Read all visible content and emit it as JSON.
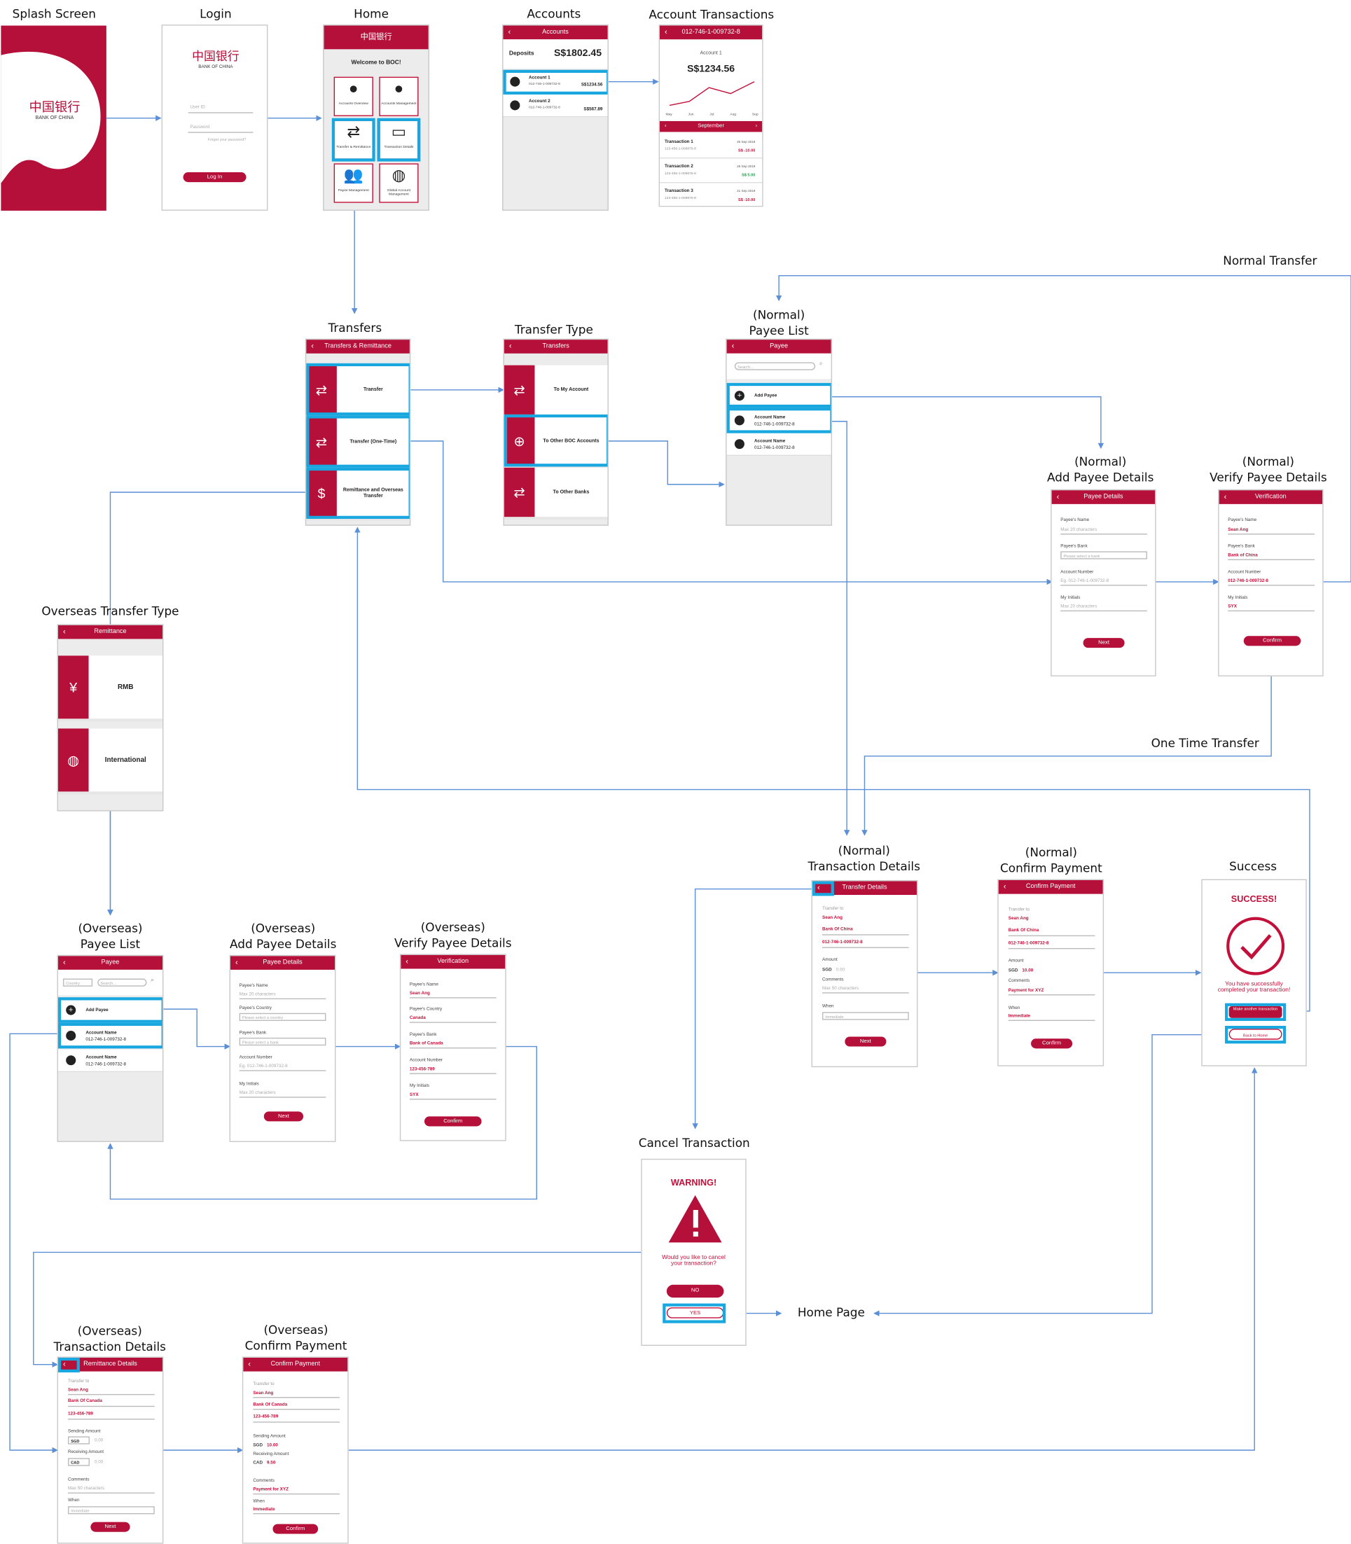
{
  "titles": {
    "splash": "Splash Screen",
    "login": "Login",
    "home": "Home",
    "accounts": "Accounts",
    "acct_tx": "Account Transactions",
    "transfers": "Transfers",
    "transfer_type": "Transfer Type",
    "normal_payee_list_1": "(Normal)",
    "normal_payee_list_2": "Payee List",
    "normal_add_1": "(Normal)",
    "normal_add_2": "Add Payee Details",
    "normal_verify_1": "(Normal)",
    "normal_verify_2": "Verify Payee Details",
    "overseas_type": "Overseas Transfer Type",
    "ov_payee_1": "(Overseas)",
    "ov_payee_2": "Payee List",
    "ov_add_1": "(Overseas)",
    "ov_add_2": "Add Payee Details",
    "ov_verify_1": "(Overseas)",
    "ov_verify_2": "Verify Payee Details",
    "n_tx_1": "(Normal)",
    "n_tx_2": "Transaction Details",
    "n_confirm_1": "(Normal)",
    "n_confirm_2": "Confirm Payment",
    "success": "Success",
    "cancel": "Cancel Transaction",
    "ov_tx_1": "(Overseas)",
    "ov_tx_2": "Transaction Details",
    "ov_confirm_1": "(Overseas)",
    "ov_confirm_2": "Confirm Payment"
  },
  "annotations": {
    "normal_transfer": "Normal Transfer",
    "one_time": "One Time Transfer",
    "home_page": "Home Page"
  },
  "brand": {
    "cn": "中国银行",
    "en": "BANK OF CHINA",
    "accent": "#b5103a",
    "highlight": "#19a7e0"
  },
  "login": {
    "user_id": "User ID",
    "password": "Password",
    "forgot": "Forget your password?",
    "login_btn": "Log In"
  },
  "home": {
    "header": "中国银行",
    "welcome": "Welcome to BOC!",
    "tiles": [
      "Accounts Overview",
      "Accounts Management",
      "Transfer & Remittance",
      "Transaction Details",
      "Payee Management",
      "Global Account Management"
    ]
  },
  "accounts": {
    "header": "Accounts",
    "deposits": "Deposits",
    "total": "S$1802.45",
    "a1_name": "Account 1",
    "a1_no": "012-746-1-009732-8",
    "a1_bal": "S$1234.56",
    "a2_name": "Account 2",
    "a2_no": "012-746-1-009732-8",
    "a2_bal": "S$567.89"
  },
  "acct_tx": {
    "header": "012-746-1-009732-8",
    "acct": "Account 1",
    "bal": "S$1234.56",
    "months": [
      "May",
      "Jun",
      "Jul",
      "Aug",
      "Sep"
    ],
    "month_bar": "September",
    "items": [
      {
        "name": "Transaction 1",
        "no": "123-456-1-009876-8",
        "date": "26 Sep 2019",
        "amt": "S$ -10.00",
        "pos": false
      },
      {
        "name": "Transaction 2",
        "no": "123-456-1-009876-8",
        "date": "25 Sep 2019",
        "amt": "S$ 5.00",
        "pos": true
      },
      {
        "name": "Transaction 3",
        "no": "123-456-1-009876-8",
        "date": "21 Sep 2019",
        "amt": "S$ -10.00",
        "pos": false
      }
    ]
  },
  "transfers": {
    "header": "Transfers & Remittance",
    "t1": "Transfer",
    "t2": "Transfer (One-Time)",
    "t3": "Remittance and Overseas Transfer"
  },
  "transfer_type": {
    "header": "Transfers",
    "t1": "To My Account",
    "t2": "To Other BOC Accounts",
    "t3": "To Other Banks"
  },
  "payee": {
    "header": "Payee",
    "search": "Search...",
    "add": "Add Payee",
    "acct_name": "Account Name",
    "acct_no": "012-746-1-009732-8",
    "country": "Country"
  },
  "add_payee": {
    "header": "Payee Details",
    "name_l": "Payee's Name",
    "name_p": "Max 20 characters",
    "bank_l": "Payee's Bank",
    "bank_p": "Please select a bank",
    "country_l": "Payee's Country",
    "country_p": "Please select a country",
    "acct_l": "Account Number",
    "acct_p": "Eg. 012-746-1-009732-8",
    "init_l": "My Initials",
    "init_p": "Max 20 characters",
    "next": "Next"
  },
  "verify": {
    "header": "Verification",
    "name_l": "Payee's Name",
    "name_v": "Sean Ang",
    "bank_l": "Payee's Bank",
    "bank_v": "Bank of China",
    "acct_l": "Account Number",
    "acct_v": "012-746-1-009732-8",
    "init_l": "My Initials",
    "init_v": "SYX",
    "country_l": "Payee's Country",
    "country_v": "Canada",
    "ov_bank_v": "Bank of Canada",
    "ov_acct_v": "123-456-789",
    "confirm": "Confirm"
  },
  "remit": {
    "header": "Remittance",
    "rmb": "RMB",
    "intl": "International"
  },
  "n_tx": {
    "header": "Transfer Details",
    "to": "Transfer to",
    "name": "Sean Ang",
    "bank": "Bank Of China",
    "acct": "012-746-1-009732-8",
    "amount": "Amount",
    "sgd": "SGD",
    "zero": "0.00",
    "comments": "Comments",
    "comments_p": "Max 50 characters",
    "when": "When",
    "when_p": "Immediate",
    "next": "Next"
  },
  "n_confirm": {
    "header": "Confirm Payment",
    "amt": "10.00",
    "comment_v": "Payment for XYZ",
    "confirm": "Confirm"
  },
  "ov_tx": {
    "header": "Remittance Details",
    "bank": "Bank Of Canada",
    "acct": "123-456-789",
    "sending": "Sending Amount",
    "receiving": "Receiving Amount",
    "cad": "CAD"
  },
  "ov_confirm": {
    "recv_amt": "9.50"
  },
  "success": {
    "title": "SUCCESS!",
    "msg1": "You have successfully",
    "msg2": "completed your transaction!",
    "another": "Make another transaction",
    "home": "Back to Home"
  },
  "cancel": {
    "title": "WARNING!",
    "msg1": "Would you like to cancel",
    "msg2": "your transaction?",
    "no": "NO",
    "yes": "YES"
  }
}
